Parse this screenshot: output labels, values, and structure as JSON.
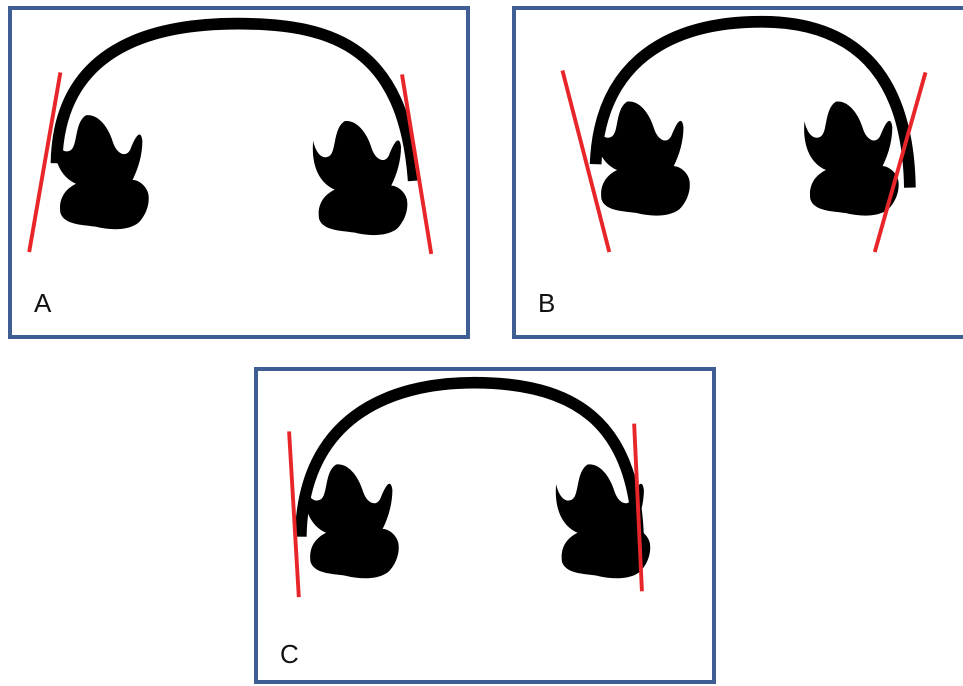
{
  "panels": [
    {
      "id": "A",
      "label": "A"
    },
    {
      "id": "B",
      "label": "B"
    },
    {
      "id": "C",
      "label": "C"
    }
  ],
  "colors": {
    "frame": "#3f5f94",
    "arch_wire": "#000000",
    "reference_line": "#e8262a",
    "tooth_outline": "#555555"
  },
  "icons": [
    "arch-wire",
    "molar-tooth",
    "reference-line"
  ]
}
